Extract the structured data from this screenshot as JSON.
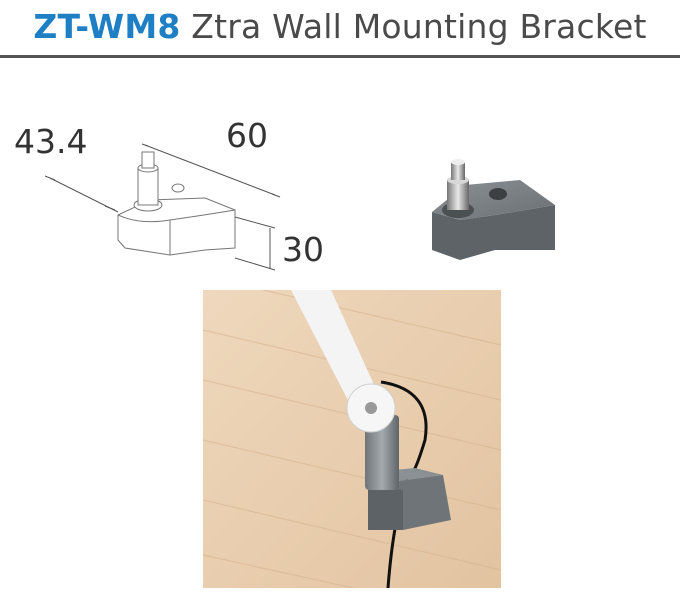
{
  "header": {
    "model": "ZT-WM8",
    "name": "Ztra Wall Mounting Bracket"
  },
  "drawing": {
    "dim_depth": "43.4",
    "dim_width": "60",
    "dim_height": "30"
  },
  "colors": {
    "accent": "#1e7fc4",
    "title_text": "#4a4a4a",
    "rule": "#555555",
    "bracket_gray": "#6e7478",
    "wood": "#e9cfb1"
  }
}
